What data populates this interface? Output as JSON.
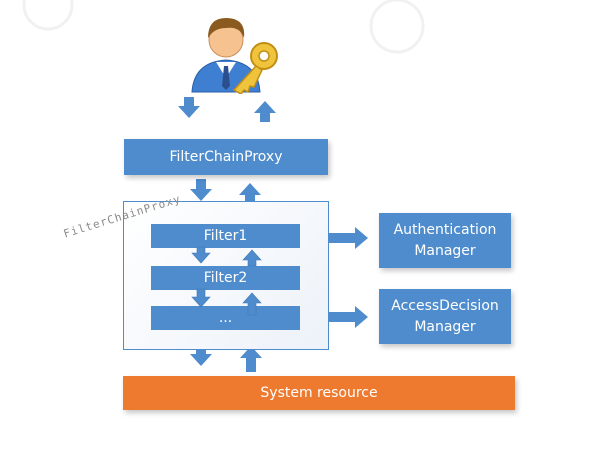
{
  "diagram": {
    "user_icon": "user-with-key-icon",
    "filter_chain_proxy": "FilterChainProxy",
    "chain_label": "FilterChainProxy",
    "filters": [
      "Filter1",
      "Filter2",
      "..."
    ],
    "authentication_manager": [
      "Authentication",
      "Manager"
    ],
    "access_decision_manager": [
      "AccessDecision",
      "Manager"
    ],
    "system_resource": "System resource"
  },
  "colors": {
    "box_blue": "#4f8ccd",
    "arrow_blue": "#4f8ccd",
    "resource_orange": "#ee7a30"
  }
}
